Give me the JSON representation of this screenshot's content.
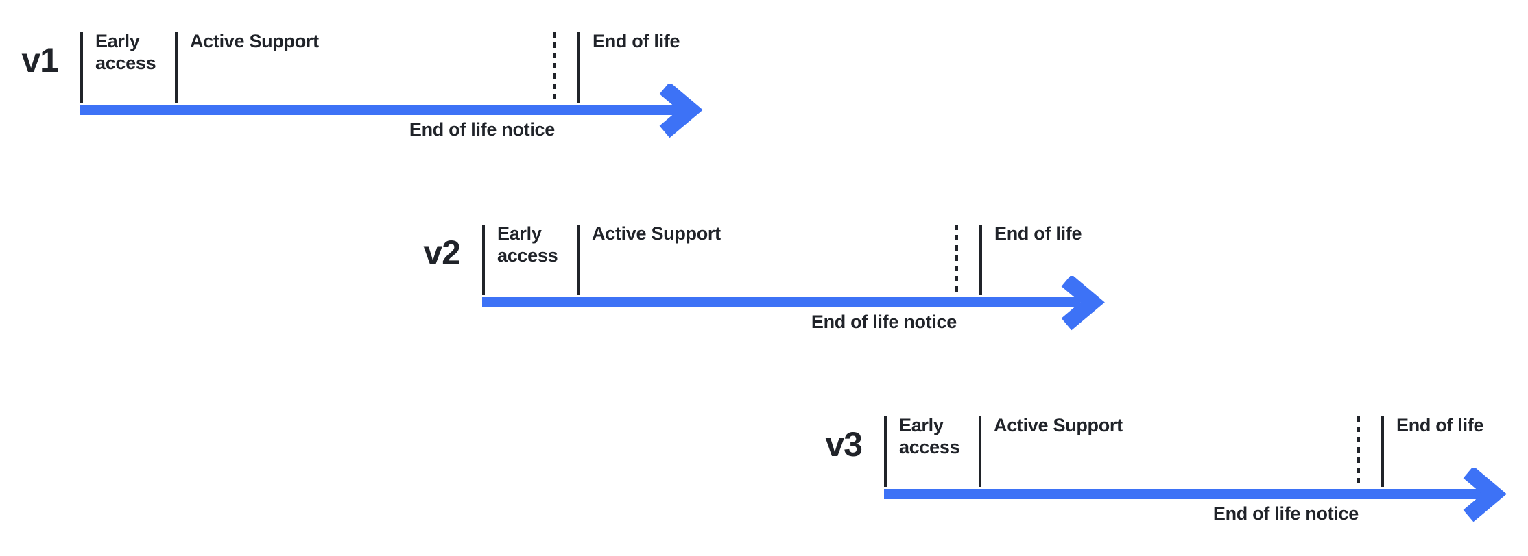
{
  "diagram": {
    "colors": {
      "arrow_blue": "#3d72f6",
      "ink": "#202329",
      "background": "#ffffff"
    },
    "timelines": [
      {
        "version": "v1",
        "phases": {
          "early_access": "Early access",
          "active_support": "Active Support",
          "end_of_life": "End of life"
        },
        "annotation": "End of life notice"
      },
      {
        "version": "v2",
        "phases": {
          "early_access": "Early access",
          "active_support": "Active Support",
          "end_of_life": "End of life"
        },
        "annotation": "End of life notice"
      },
      {
        "version": "v3",
        "phases": {
          "early_access": "Early access",
          "active_support": "Active Support",
          "end_of_life": "End of life"
        },
        "annotation": "End of life notice"
      }
    ]
  }
}
